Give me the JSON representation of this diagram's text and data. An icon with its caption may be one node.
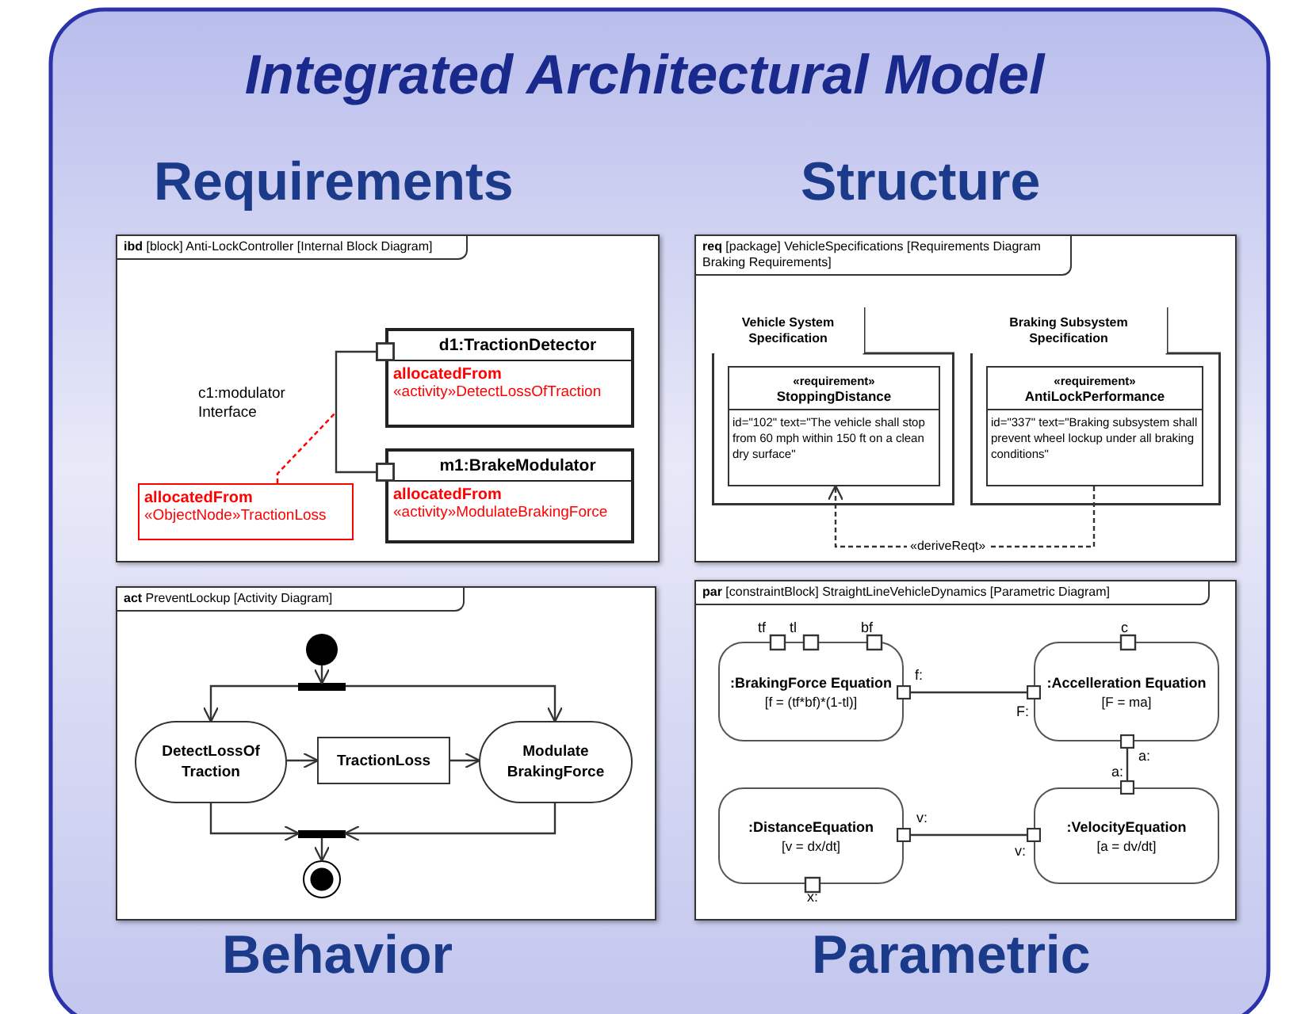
{
  "diagram": {
    "title": "Integrated Architectural Model",
    "nodes": [
      {
        "text": [
          "**ibd** [block] Anti-LockController [Internal Block Diagram]"
        ]
      },
      {
        "text": [
          "d1:TractionDetector",
          "allocatedFrom",
          "«activity»DetectLossOfTraction"
        ],
        "in": 0
      },
      {
        "text": [
          "m1:BrakeModulator",
          "allocatedFrom",
          "«activity»ModulateBrakingForce"
        ],
        "in": 0
      },
      {
        "text": [
          "allocatedFrom",
          "«ObjectNode»TractionLoss"
        ],
        "in": 0
      },
      {
        "text": [
          "**req** [package] VehicleSpecifications [Requirements Diagram Braking Requirements]"
        ]
      },
      {
        "text": [
          "Vehicle System Specification"
        ],
        "in": 4
      },
      {
        "text": [
          "«requirement»",
          "StoppingDistance",
          "id=\"102\" text=\"The vehicle shall stop from 60 mph within 150 ft on a clean dry surface\""
        ],
        "in": 5
      },
      {
        "text": [
          "Braking Subsystem Specification"
        ],
        "in": 4
      },
      {
        "text": [
          "«requirement»",
          "AntiLockPerformance",
          "id=\"337\" text=\"Braking subsystem shall prevent wheel lockup under all braking conditions\""
        ],
        "in": 7
      },
      {
        "text": [
          "**act** PreventLockup [Activity Diagram]"
        ]
      },
      {
        "text": [],
        "shape": "circle",
        "in": 9
      },
      {
        "text": [],
        "shape": "bar",
        "in": 9
      },
      {
        "text": [
          "DetectLossOf Traction"
        ],
        "in": 9
      },
      {
        "text": [
          "TractionLoss"
        ],
        "in": 9
      },
      {
        "text": [
          "Modulate BrakingForce"
        ],
        "in": 9
      },
      {
        "text": [],
        "shape": "bar",
        "in": 9
      },
      {
        "text": [],
        "shape": "circle",
        "in": 9
      },
      {
        "text": [
          "**par** [constraintBlock] StraightLineVehicleDynamics [Parametric Diagram]"
        ]
      },
      {
        "text": [
          ":BrakingForce Equation",
          "[f = (tf*bf)*(1-tl)]"
        ],
        "in": 17
      },
      {
        "text": [
          ":Accelleration Equation",
          "[F = ma]"
        ],
        "in": 17
      },
      {
        "text": [
          ":DistanceEquation",
          "[v = dx/dt]"
        ],
        "in": 17
      },
      {
        "text": [
          ":VelocityEquation",
          "[a = dv/dt]"
        ],
        "in": 17
      }
    ],
    "edges": [
      {
        "from": 1,
        "to": 2,
        "arrow": "other",
        "label": "c1:modulator Interface"
      },
      {
        "from": 3,
        "to": null,
        "arrow": "none",
        "style": "dashed",
        "color": "#ff0000"
      },
      {
        "from": 8,
        "to": 6,
        "arrow": "to",
        "style": "dashed",
        "label": "«deriveReqt»"
      },
      {
        "from": 10,
        "to": 11,
        "arrow": "to"
      },
      {
        "from": 11,
        "to": 12,
        "arrow": "to"
      },
      {
        "from": 11,
        "to": 14,
        "arrow": "to"
      },
      {
        "from": 12,
        "to": 13,
        "arrow": "to"
      },
      {
        "from": 13,
        "to": 14,
        "arrow": "to"
      },
      {
        "from": 12,
        "to": 15,
        "arrow": "to"
      },
      {
        "from": 14,
        "to": 15,
        "arrow": "to"
      },
      {
        "from": 15,
        "to": 16,
        "arrow": "to"
      },
      {
        "from": 18,
        "to": 19,
        "arrow": "other"
      },
      {
        "from": 19,
        "to": 21,
        "arrow": "other"
      },
      {
        "from": 20,
        "to": 21,
        "arrow": "other"
      }
    ],
    "labels": [
      "Requirements",
      "Structure",
      "tf",
      "tl",
      "bf",
      "f:",
      "F:",
      "c",
      "a:",
      "a:",
      "v:",
      "v:",
      "x:",
      "Behavior",
      "Parametric"
    ]
  }
}
